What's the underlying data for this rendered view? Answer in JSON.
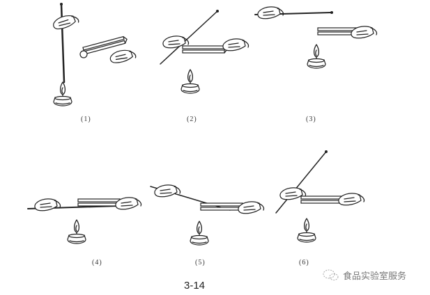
{
  "figure": {
    "panels": [
      {
        "label": "(1)"
      },
      {
        "label": "(2)"
      },
      {
        "label": "(3)"
      },
      {
        "label": "(4)"
      },
      {
        "label": "(5)"
      },
      {
        "label": "(6)"
      }
    ],
    "caption": "3-14"
  },
  "watermark": {
    "text": "食品实验室服务",
    "icon": "wechat-icon"
  }
}
